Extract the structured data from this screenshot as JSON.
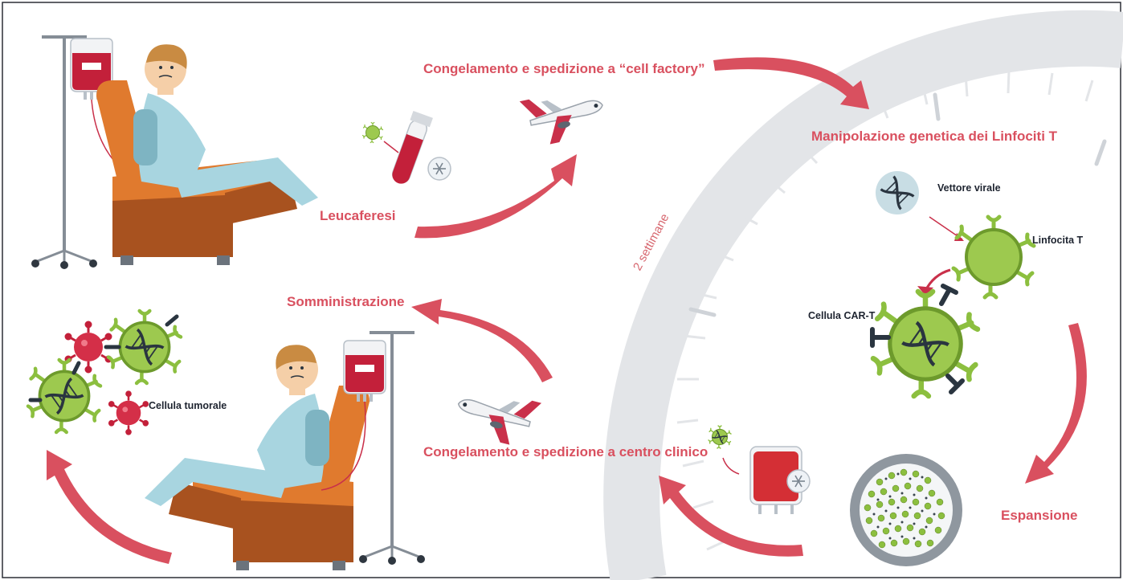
{
  "labels": {
    "congelamento_factory": "Congelamento e spedizione a “cell factory”",
    "manipolazione": "Manipolazione genetica dei Linfociti T",
    "leucaferesi": "Leucaferesi",
    "somministrazione": "Somministrazione",
    "congelamento_clinico": "Congelamento e spedizione a centro clinico",
    "espansione": "Espansione",
    "vettore_virale": "Vettore virale",
    "linfocita_t": "Linfocita T",
    "cellula_car_t": "Cellula CAR-T",
    "cellula_tumorale": "Cellula tumorale",
    "due_settimane": "2 settimane"
  },
  "icons": [
    "iv-stand-icon",
    "blood-bag-icon",
    "patient-chair-icon",
    "airplane-icon",
    "blood-tube-icon",
    "snowflake-icon",
    "dna-icon",
    "t-cell-icon",
    "car-t-cell-icon",
    "tumor-cell-icon",
    "petri-dish-icon",
    "curved-arrow-icon"
  ],
  "colors": {
    "accent_red": "#d9505f",
    "cell_green": "#8cbf3f",
    "ring_gray": "#e3e5e8",
    "chair_orange": "#e07a2e",
    "dark_text": "#1e2430"
  }
}
